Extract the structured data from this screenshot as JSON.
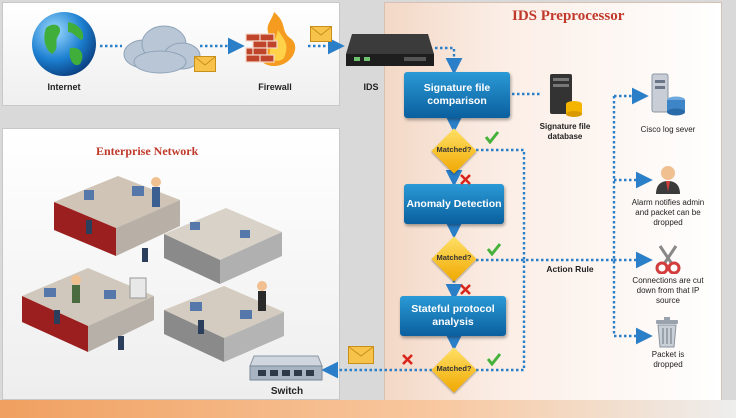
{
  "diagram": {
    "top_labels": {
      "internet": "Internet",
      "firewall": "Firewall",
      "ids": "IDS"
    },
    "enterprise_title": "Enterprise Network",
    "switch_label": "Switch",
    "ids_panel": {
      "title": "IDS Preprocessor",
      "steps": [
        {
          "label": "Signature file comparison"
        },
        {
          "label": "Anomaly Detection"
        },
        {
          "label": "Stateful protocol analysis"
        }
      ],
      "decision_label": "Matched?",
      "signature_db_label": "Signature file database",
      "action_rule_label": "Action Rule"
    },
    "actions": [
      {
        "label": "Cisco log sever"
      },
      {
        "label": "Alarm notifies admin and packet can be dropped"
      },
      {
        "label": "Connections are cut down from that IP source"
      },
      {
        "label": "Packet is dropped"
      }
    ],
    "colors": {
      "process_blue": "#0b5f9e",
      "decision_yellow": "#f0a800",
      "flow_dots": "#2a7fc8",
      "title_red": "#c0392b",
      "check_green": "#46b23c",
      "cross_red": "#d9261c"
    }
  }
}
